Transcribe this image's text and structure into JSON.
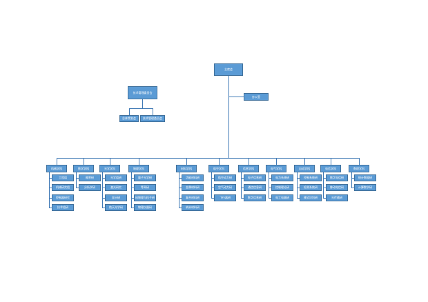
{
  "chart": {
    "root": {
      "label": "主席会"
    },
    "office": {
      "label": "办公室"
    },
    "committee": {
      "label": "技术管理委员会",
      "children": [
        {
          "label": "总体策划会"
        },
        {
          "label": "技术管理委员会"
        }
      ]
    },
    "departments": [
      {
        "label": "机械学科",
        "children": [
          {
            "label": "工程组"
          },
          {
            "label": "机械研究组"
          },
          {
            "label": "控制器研究"
          },
          {
            "label": "技术组研"
          }
        ]
      },
      {
        "label": "数学学科",
        "children": [
          {
            "label": "概率研"
          },
          {
            "label": "分析学研"
          }
        ]
      },
      {
        "label": "光学学科",
        "children": [
          {
            "label": "光学组研"
          },
          {
            "label": "激光研究"
          },
          {
            "label": "显示研"
          },
          {
            "label": "航天光学研"
          }
        ]
      },
      {
        "label": "物理学科",
        "children": [
          {
            "label": "量子光学研"
          },
          {
            "label": "等离研"
          },
          {
            "label": "核物理与粒子研"
          },
          {
            "label": "物理仪器研"
          }
        ]
      },
      {
        "label": "材料学科",
        "children": [
          {
            "label": "功能材料研"
          },
          {
            "label": "金属材料研"
          },
          {
            "label": "复合材料研"
          },
          {
            "label": "纳米材料研"
          }
        ]
      },
      {
        "label": "航空学科",
        "children": [
          {
            "label": "航空动力研"
          },
          {
            "label": "空气动力研"
          },
          {
            "label": "飞行器研"
          }
        ]
      },
      {
        "label": "信息学科",
        "children": [
          {
            "label": "电子信息研"
          },
          {
            "label": "通信信息研"
          },
          {
            "label": "数字信息研"
          }
        ]
      },
      {
        "label": "电气学科",
        "children": [
          {
            "label": "电力系统研"
          },
          {
            "label": "控制理论研"
          },
          {
            "label": "电工电器研"
          }
        ]
      },
      {
        "label": "自动学科",
        "children": [
          {
            "label": "控制系统研"
          },
          {
            "label": "检测系统研"
          },
          {
            "label": "模式识别研"
          }
        ]
      },
      {
        "label": "电信学科",
        "children": [
          {
            "label": "数字电信研"
          },
          {
            "label": "移动电信研"
          },
          {
            "label": "光传输研"
          }
        ]
      },
      {
        "label": "数理学科",
        "children": [
          {
            "label": "统计数据研"
          },
          {
            "label": "计算数学研"
          }
        ]
      }
    ]
  }
}
